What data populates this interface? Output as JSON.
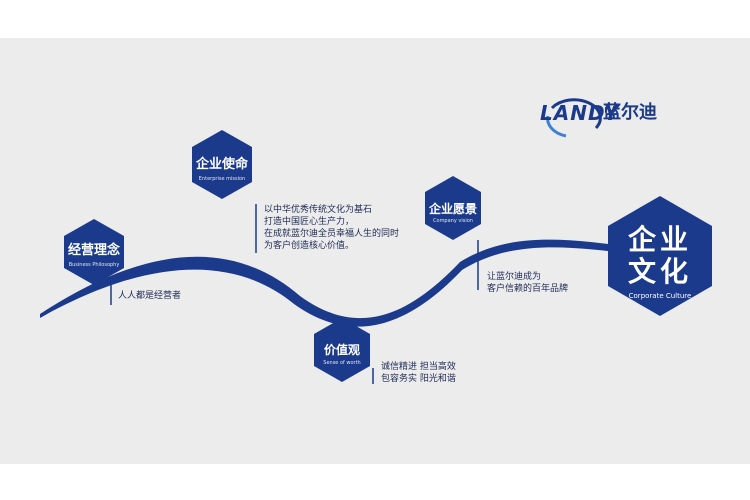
{
  "brand": {
    "logo_text": "LANDY",
    "name": "蓝尔迪",
    "color": "#1b3a8c"
  },
  "main": {
    "title_line1": "企业",
    "title_line2": "文化",
    "subtitle": "Corporate Culture"
  },
  "sections": {
    "philosophy": {
      "title": "经营理念",
      "subtitle": "Business Philosophy",
      "lines": [
        "人人都是经营者"
      ]
    },
    "mission": {
      "title": "企业使命",
      "subtitle": "Enterprise mission",
      "lines": [
        "以中华优秀传统文化为基石",
        "打造中国匠心生产力，",
        "在成就蓝尔迪全员幸福人生的同时",
        "为客户创造核心价值。"
      ]
    },
    "values": {
      "title": "价值观",
      "subtitle": "Sense of worth",
      "lines": [
        "诚信精进  担当高效",
        "包容务实  阳光和谐"
      ]
    },
    "vision": {
      "title": "企业愿景",
      "subtitle": "Company vision",
      "lines": [
        "让蓝尔迪成为",
        "客户信赖的百年品牌"
      ]
    }
  },
  "colors": {
    "accent": "#1b3a8c",
    "background": "#ececec",
    "text": "#1e2a55"
  }
}
